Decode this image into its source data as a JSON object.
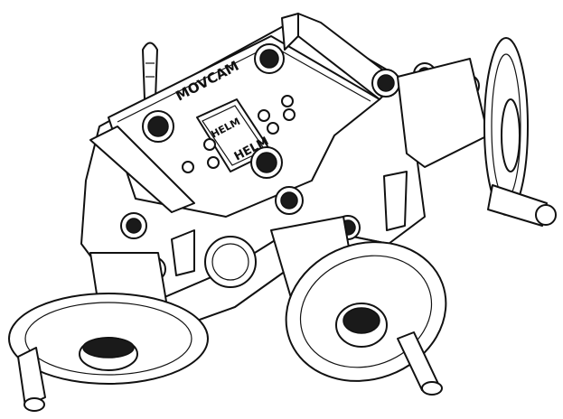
{
  "brand": {
    "logo_text": "MOVCAM"
  },
  "screen": {
    "top_label": "HELM",
    "bottom_label": "HELM"
  },
  "colors": {
    "line": "#111111",
    "fill": "#ffffff"
  },
  "components": {
    "control_knobs": 8,
    "hand_wheels": 3,
    "wheel_handles": 3,
    "antenna": 1,
    "display_panel": 1
  }
}
